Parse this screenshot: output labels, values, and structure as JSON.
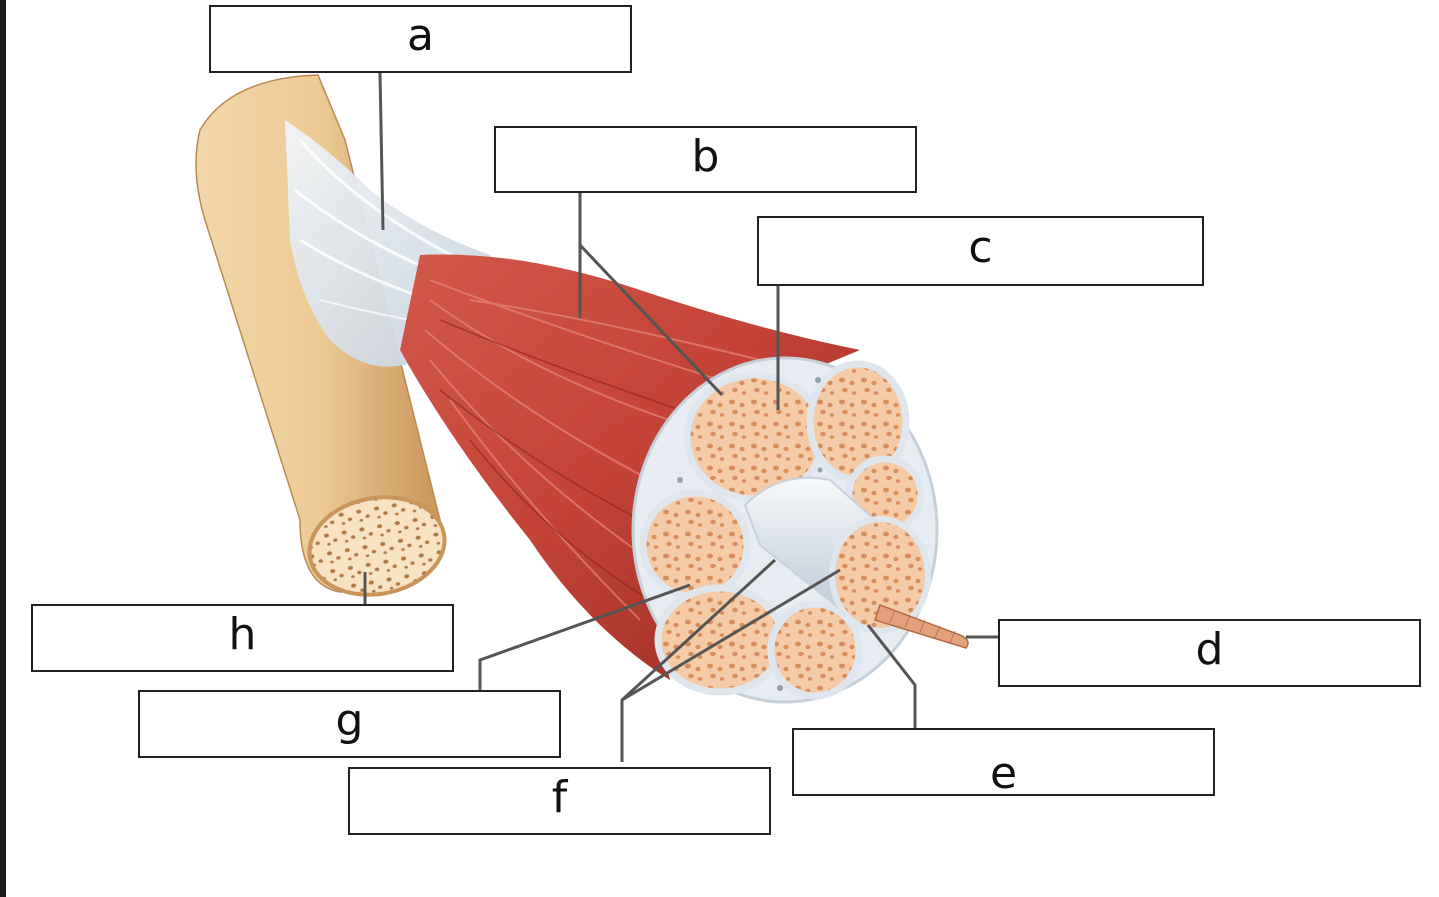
{
  "labels": {
    "a": "a",
    "b": "b",
    "c": "c",
    "d": "d",
    "e": "e",
    "f": "f",
    "g": "g",
    "h": "h"
  },
  "colors": {
    "bone": "#efcf9f",
    "bone_shadow": "#c99a5e",
    "tendon": "#dfe6ee",
    "muscle": "#c6473a",
    "muscle_dark": "#9a2e25",
    "fascicle_fill": "#f4c8a2",
    "fascicle_dot": "#d8925f",
    "sheath": "#e4eaf0",
    "leader_line": "#555555"
  }
}
